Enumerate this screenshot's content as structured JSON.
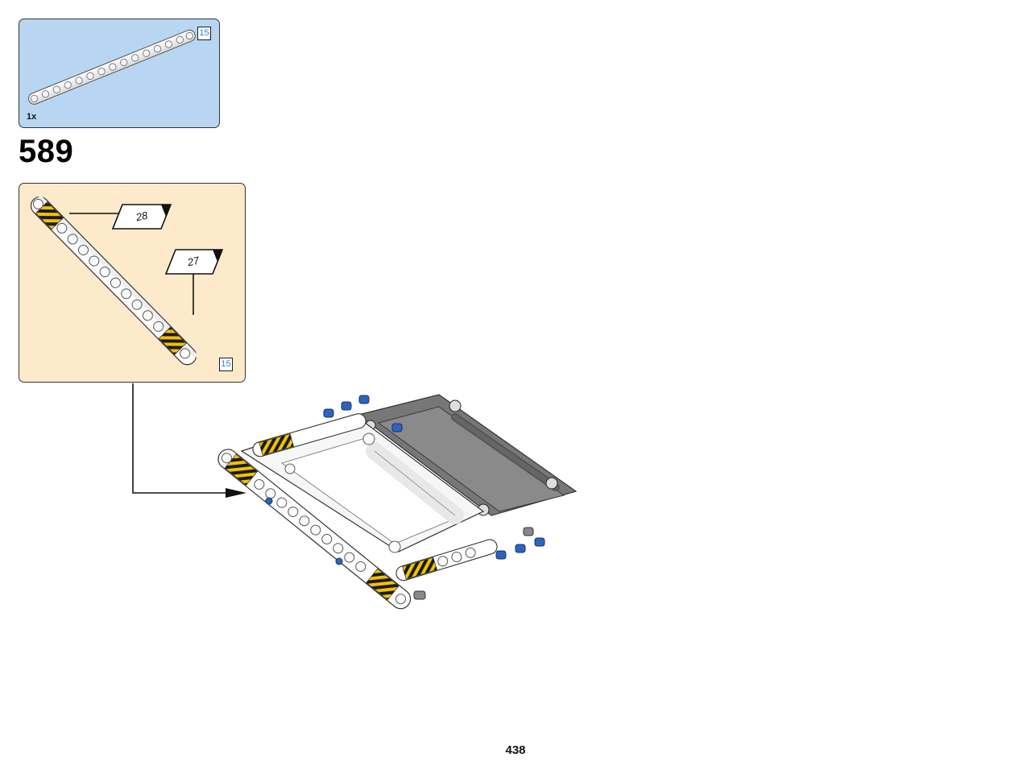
{
  "parts_callout": {
    "quantity": "1x",
    "beam_length": "15",
    "background": "#b8d6f2"
  },
  "step": {
    "number": "589"
  },
  "subassembly": {
    "background": "#fdeacb",
    "beam_length": "15",
    "sticker_1": "28",
    "sticker_2": "27"
  },
  "colors": {
    "white_part": "#ffffff",
    "dark_grey_part": "#6e6e6e",
    "blue_pin": "#2d63c0",
    "hazard_yellow": "#f2c200",
    "hazard_black": "#1a1a1a"
  },
  "page": {
    "number": "438"
  }
}
